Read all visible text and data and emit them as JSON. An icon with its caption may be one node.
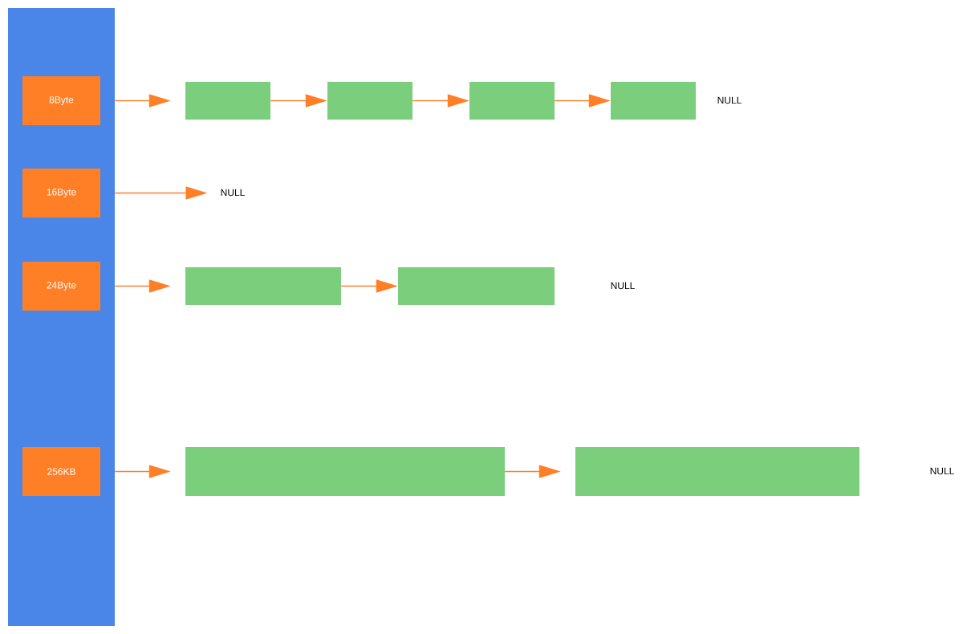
{
  "diagram": {
    "nodes": [
      {
        "text": [],
        "shape": "box"
      },
      {
        "text": [
          "8Byte"
        ],
        "in": 0
      },
      {
        "text": [
          "16Byte"
        ],
        "in": 0
      },
      {
        "text": [
          "24Byte"
        ],
        "in": 0
      },
      {
        "text": [
          "256KB"
        ],
        "in": 0
      },
      {
        "text": [],
        "shape": "box"
      },
      {
        "text": [],
        "shape": "box"
      },
      {
        "text": [],
        "shape": "box"
      },
      {
        "text": [],
        "shape": "box"
      },
      {
        "text": [
          "NULL"
        ]
      },
      {
        "text": [],
        "shape": "box"
      },
      {
        "text": [],
        "shape": "box"
      },
      {
        "text": [],
        "shape": "box"
      },
      {
        "text": [],
        "shape": "box"
      }
    ],
    "edges": [
      {
        "from": 1,
        "to": 5,
        "arrow": "to"
      },
      {
        "from": 5,
        "to": 6,
        "arrow": "to"
      },
      {
        "from": 6,
        "to": 7,
        "arrow": "to"
      },
      {
        "from": 7,
        "to": 8,
        "arrow": "to"
      },
      {
        "from": 2,
        "to": 9,
        "arrow": "to"
      },
      {
        "from": 3,
        "to": 10,
        "arrow": "to"
      },
      {
        "from": 10,
        "to": 11,
        "arrow": "to"
      },
      {
        "from": 4,
        "to": 12,
        "arrow": "to"
      },
      {
        "from": 12,
        "to": 13,
        "arrow": "to"
      }
    ],
    "labels": [
      "NULL",
      "NULL",
      "NULL"
    ]
  }
}
